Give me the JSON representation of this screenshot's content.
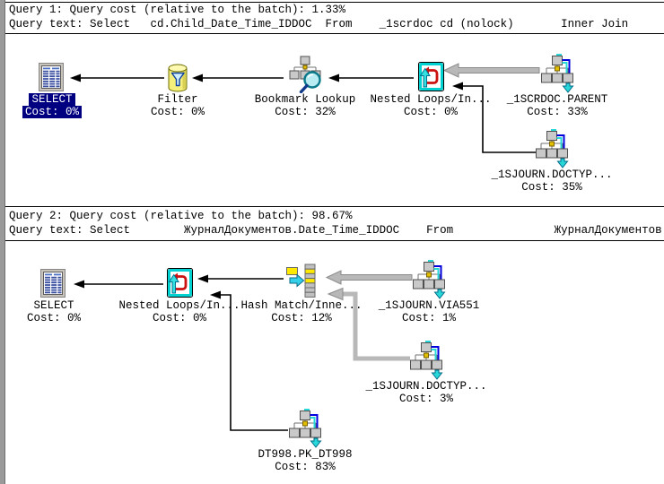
{
  "colors": {
    "selection_bg": "#000080",
    "selection_fg": "#ffffff",
    "arrow_black": "#000000",
    "arrow_gray": "#b8b8b8",
    "background": "#ffffff"
  },
  "query1": {
    "title": "Query 1: Query cost (relative to the batch): 1.33%",
    "query_text": "Query text: Select   cd.Child_Date_Time_IDDOC  From    _1scrdoc cd (nolock)       Inner Join",
    "nodes": [
      {
        "id": "select",
        "label": "SELECT",
        "cost": "Cost: 0%",
        "selected": true
      },
      {
        "id": "filter",
        "label": "Filter",
        "cost": "Cost: 0%",
        "selected": false
      },
      {
        "id": "bookmark-lookup",
        "label": "Bookmark Lookup",
        "cost": "Cost: 32%",
        "selected": false
      },
      {
        "id": "nested-loops",
        "label": "Nested Loops/In...",
        "cost": "Cost: 0%",
        "selected": false
      },
      {
        "id": "1scrdoc-parent",
        "label": "_1SCRDOC.PARENT",
        "cost": "Cost: 33%",
        "selected": false
      },
      {
        "id": "1sjourn-doctyp",
        "label": "_1SJOURN.DOCTYP...",
        "cost": "Cost: 35%",
        "selected": false
      }
    ]
  },
  "query2": {
    "title": "Query 2: Query cost (relative to the batch): 98.67%",
    "query_text": "Query text: Select        ЖурналДокументов.Date_Time_IDDOC    From               ЖурналДокументов",
    "nodes": [
      {
        "id": "select",
        "label": "SELECT",
        "cost": "Cost: 0%",
        "selected": false
      },
      {
        "id": "nested-loops",
        "label": "Nested Loops/In...",
        "cost": "Cost: 0%",
        "selected": false
      },
      {
        "id": "hash-match",
        "label": "Hash Match/Inne...",
        "cost": "Cost: 12%",
        "selected": false
      },
      {
        "id": "1sjourn-via551",
        "label": "_1SJOURN.VIA551",
        "cost": "Cost: 1%",
        "selected": false
      },
      {
        "id": "1sjourn-doctyp",
        "label": "_1SJOURN.DOCTYP...",
        "cost": "Cost: 3%",
        "selected": false
      },
      {
        "id": "dt998-pk",
        "label": "DT998.PK_DT998",
        "cost": "Cost: 83%",
        "selected": false
      }
    ]
  }
}
